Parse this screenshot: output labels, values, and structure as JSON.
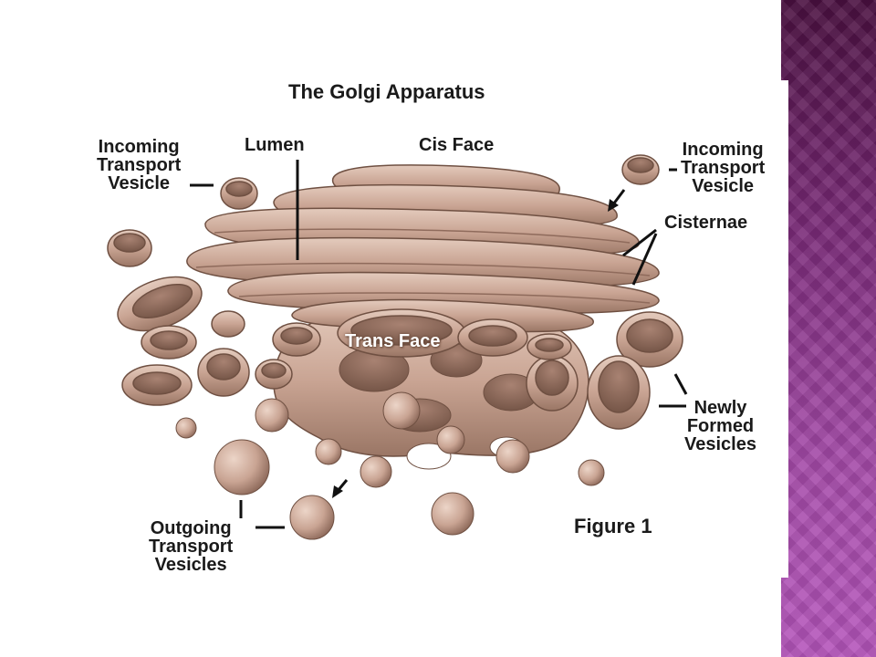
{
  "diagram": {
    "title": "The Golgi Apparatus",
    "figure_label": "Figure 1",
    "labels": {
      "incoming_left": "Incoming\nTransport\nVesicle",
      "lumen": "Lumen",
      "cis_face": "Cis Face",
      "incoming_right": "Incoming\nTransport\nVesicle",
      "cisternae": "Cisternae",
      "trans_face": "Trans Face",
      "newly_formed": "Newly\nFormed\nVesicles",
      "outgoing": "Outgoing\nTransport\nVesicles"
    }
  },
  "colors": {
    "membrane": "#c9a493",
    "membrane_shadow": "#8f6b5c",
    "membrane_light": "#e4cbbd",
    "side_band_top": "#4a1040",
    "side_band_bottom": "#b555bb",
    "text": "#1a1a1a"
  }
}
